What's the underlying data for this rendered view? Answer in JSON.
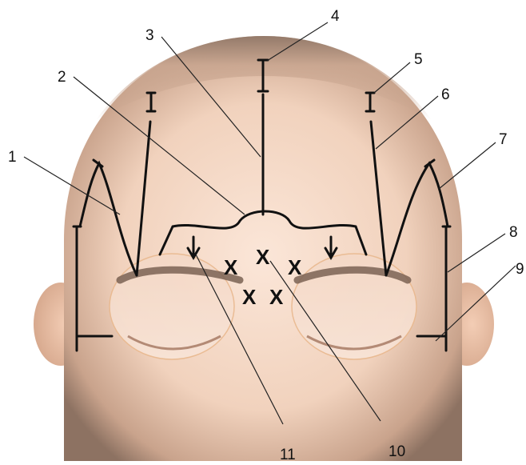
{
  "colors": {
    "skin_light": "#f6dccb",
    "skin_mid": "#eac5ae",
    "skin_dark": "#9b7e6d",
    "brow": "#6e5a4e",
    "line": "#111111",
    "ring": "#e9b98f"
  },
  "callouts": [
    {
      "id": "1",
      "label": "1"
    },
    {
      "id": "2",
      "label": "2"
    },
    {
      "id": "3",
      "label": "3"
    },
    {
      "id": "4",
      "label": "4"
    },
    {
      "id": "5",
      "label": "5"
    },
    {
      "id": "6",
      "label": "6"
    },
    {
      "id": "7",
      "label": "7"
    },
    {
      "id": "8",
      "label": "8"
    },
    {
      "id": "9",
      "label": "9"
    },
    {
      "id": "10",
      "label": "10"
    },
    {
      "id": "11",
      "label": "11"
    }
  ],
  "markers": {
    "injection_point_symbol": "X",
    "count": 5
  }
}
